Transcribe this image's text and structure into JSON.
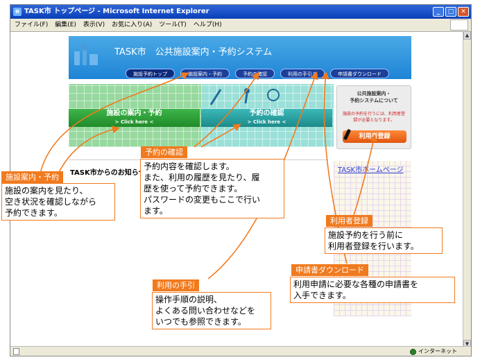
{
  "window": {
    "title": "TASK市 トップページ - Microsoft Internet Explorer"
  },
  "menu": [
    "ファイル(F)",
    "編集(E)",
    "表示(V)",
    "お気に入り(A)",
    "ツール(T)",
    "ヘルプ(H)"
  ],
  "site": {
    "title": "TASK市　公共施設案内・予約システム",
    "nav": [
      "施設予約トップ",
      "施設案内・予約",
      "予約の確認",
      "利用の手引き",
      "申請書ダウンロード"
    ],
    "banner_left": {
      "title": "施設の案内・予約",
      "sub": "> Click here <"
    },
    "banner_right": {
      "title": "予約の確認",
      "sub": "> Click here <"
    },
    "side_head": [
      "公共施設案内・",
      "予約システムについて"
    ],
    "side_text": [
      "施設の予約を行うには、利用者登",
      "録が必要となります。"
    ],
    "register_btn": "利用者登録",
    "homepage_link": "TASK市ホームページ",
    "news": "TASK市からのお知らせ"
  },
  "status": {
    "zone": "インターネット"
  },
  "annotations": {
    "facility": {
      "tag": "施設案内・予約",
      "lines": [
        "施設の案内を見たり、",
        "空き状況を確認しながら",
        "予約できます。"
      ]
    },
    "confirm": {
      "tag": "予約の確認",
      "lines": [
        "予約内容を確認します。",
        "また、利用の履歴を見たり、履",
        "歴を使って予約できます。",
        "パスワードの変更もここで行い",
        "ます。"
      ]
    },
    "register": {
      "tag": "利用者登録",
      "lines": [
        "施設予約を行う前に",
        "利用者登録を行います。"
      ]
    },
    "download": {
      "tag": "申請書ダウンロード",
      "lines": [
        "利用申請に必要な各種の申請書を",
        "入手できます。"
      ]
    },
    "guide": {
      "tag": "利用の手引",
      "lines": [
        "操作手順の説明、",
        "よくある問い合わせなどを",
        "いつでも参照できます。"
      ]
    }
  }
}
